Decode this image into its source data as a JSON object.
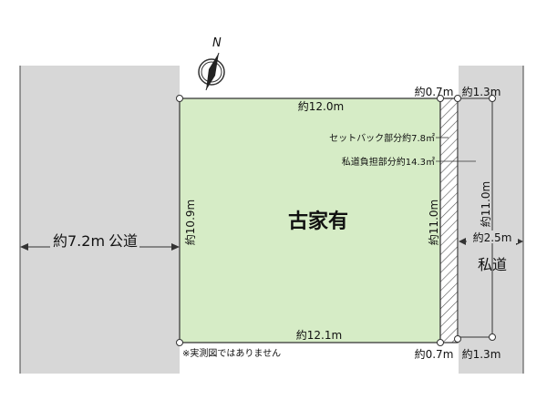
{
  "compass": {
    "label": "N"
  },
  "lot": {
    "label": "古家有"
  },
  "dimensions": {
    "top_width": "約12.0m",
    "bottom_width": "約12.1m",
    "left_depth": "約10.9m",
    "right_inner_depth": "約11.0m",
    "right_outer_depth": "約11.0m",
    "setback_top": "約0.7m",
    "setback_bottom": "約0.7m",
    "private_road_top": "約1.3m",
    "private_road_bottom": "約1.3m",
    "private_road_width": "約2.5m",
    "public_road_width": "約7.2m"
  },
  "annotations": {
    "setback_area": "セットバック部分約7.8㎡",
    "private_road_burden": "私道負担部分約14.3㎡",
    "note": "※実測図ではありません"
  },
  "roads": {
    "public": "公道",
    "private": "私道"
  },
  "colors": {
    "lot_fill": "#d6ecc6",
    "road_fill": "#d7d7d7",
    "line": "#333333"
  }
}
